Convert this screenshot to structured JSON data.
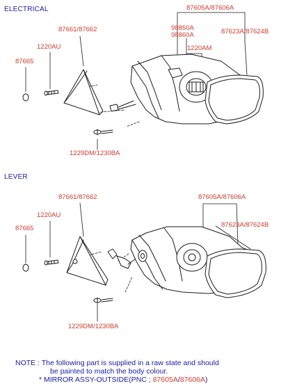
{
  "sections": {
    "electrical": {
      "title": "ELECTRICAL",
      "labels": {
        "p87605": "87605A",
        "p87606": "87606A",
        "p98850": "98850A",
        "p98860": "98860A",
        "p1220am": "1220AM",
        "p87623": "87623A",
        "p87624": "87624B",
        "p87661": "87661",
        "p87662": "87662",
        "p1220au": "1220AU",
        "p87665": "87665",
        "p1229": "1229DM",
        "p1230": "1230BA"
      }
    },
    "lever": {
      "title": "LEVER",
      "labels": {
        "p87661": "87661",
        "p87662": "87662",
        "p87605": "87605A",
        "p87606": "87606A",
        "p1220au": "1220AU",
        "p87623": "87623A",
        "p87624": "87624B",
        "p87665": "87665",
        "p1229": "1229DM",
        "p1230": "1230BA"
      }
    }
  },
  "note": {
    "prefix": "NOTE",
    "line1": ": The following part is supplied in a raw state and should",
    "line2": "be painted to match the body colour.",
    "line3_prefix": "*  MIRROR ASSY-OUTSIDE(PNC ;",
    "part_a": "87605A",
    "part_b": "87606A",
    "line3_suffix": ")"
  },
  "colors": {
    "label_red": "#d23a2c",
    "title_blue": "#1a1aa8",
    "line_black": "#1a1a1a"
  }
}
